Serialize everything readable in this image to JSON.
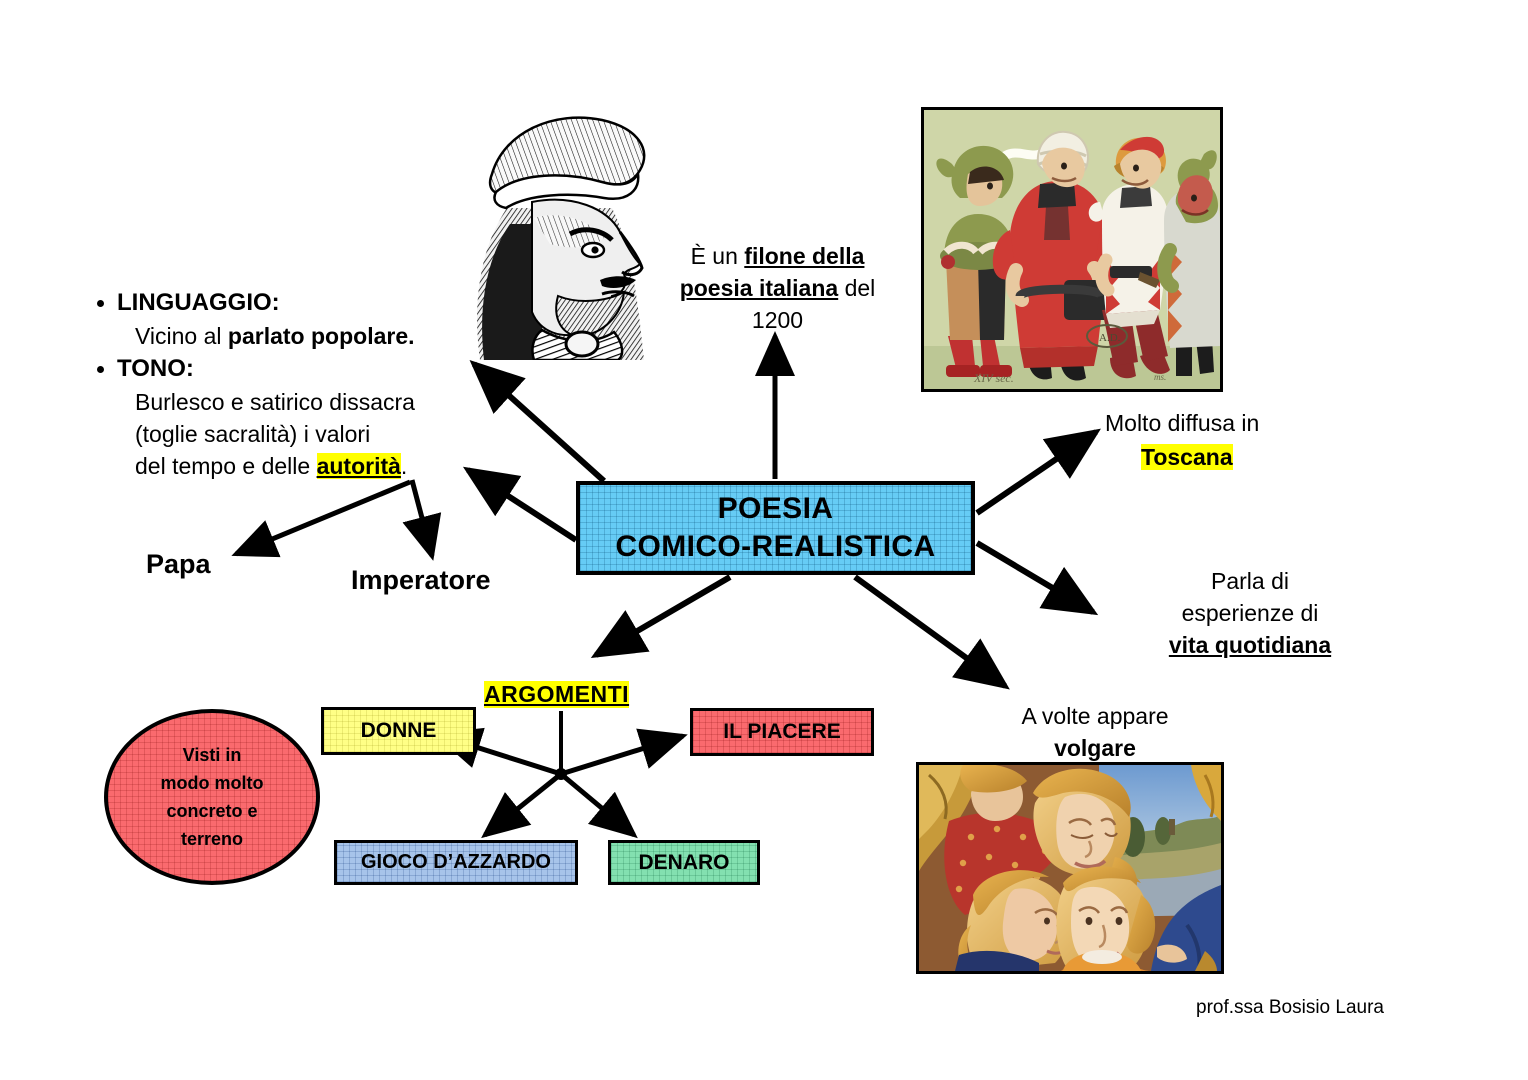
{
  "central_node": {
    "line1": "POESIA",
    "line2": "COMICO-REALISTICA",
    "fill_color": "#66ccf5",
    "border_color": "#000000"
  },
  "left_bullets": {
    "item1_title": "LINGUAGGIO:",
    "item1_text_plain": "Vicino al ",
    "item1_text_bold": "parlato popolare.",
    "item2_title": "TONO:",
    "item2_line1": "Burlesco e satirico dissacra",
    "item2_line2": "(toglie sacralità) i valori",
    "item2_line3_plain": "del tempo e delle ",
    "item2_line3_highlight": "autorità",
    "item2_line3_end": "."
  },
  "authority_targets": {
    "papa": "Papa",
    "imperatore": "Imperatore"
  },
  "top_note": {
    "plain_start": "È un ",
    "bold_underline_1": "filone della",
    "bold_underline_2": "poesia italiana",
    "plain_mid": " del",
    "year": "1200"
  },
  "right_notes": {
    "toscana_plain": "Molto diffusa in",
    "toscana_highlight": "Toscana",
    "quotidiana_line1": "Parla di",
    "quotidiana_line2": "esperienze di",
    "quotidiana_line3": "vita quotidiana",
    "volgare_plain": "A volte appare",
    "volgare_bold": "volgare"
  },
  "argomenti": {
    "label": "ARGOMENTI",
    "highlight_color": "#ffff00",
    "topics": [
      {
        "id": "donne",
        "label": "DONNE",
        "fill": "#ffff86"
      },
      {
        "id": "piacere",
        "label": "IL PIACERE",
        "fill": "#fa6a6e"
      },
      {
        "id": "gioco",
        "label": "GIOCO D’AZZARDO",
        "fill": "#a7c4ea"
      },
      {
        "id": "denaro",
        "label": "DENARO",
        "fill": "#83e0b0"
      }
    ]
  },
  "ellipse_note": {
    "line1": "Visti in",
    "line2": "modo molto",
    "line3": "concreto e",
    "line4": "terreno",
    "fill": "#fa6a6e"
  },
  "images": {
    "woodcut_alt": "woodcut-portrait-medieval-man",
    "jesters_alt": "medieval-jesters-illustration",
    "angels_alt": "renaissance-angels-painting"
  },
  "credit": "prof.ssa Bosisio Laura"
}
